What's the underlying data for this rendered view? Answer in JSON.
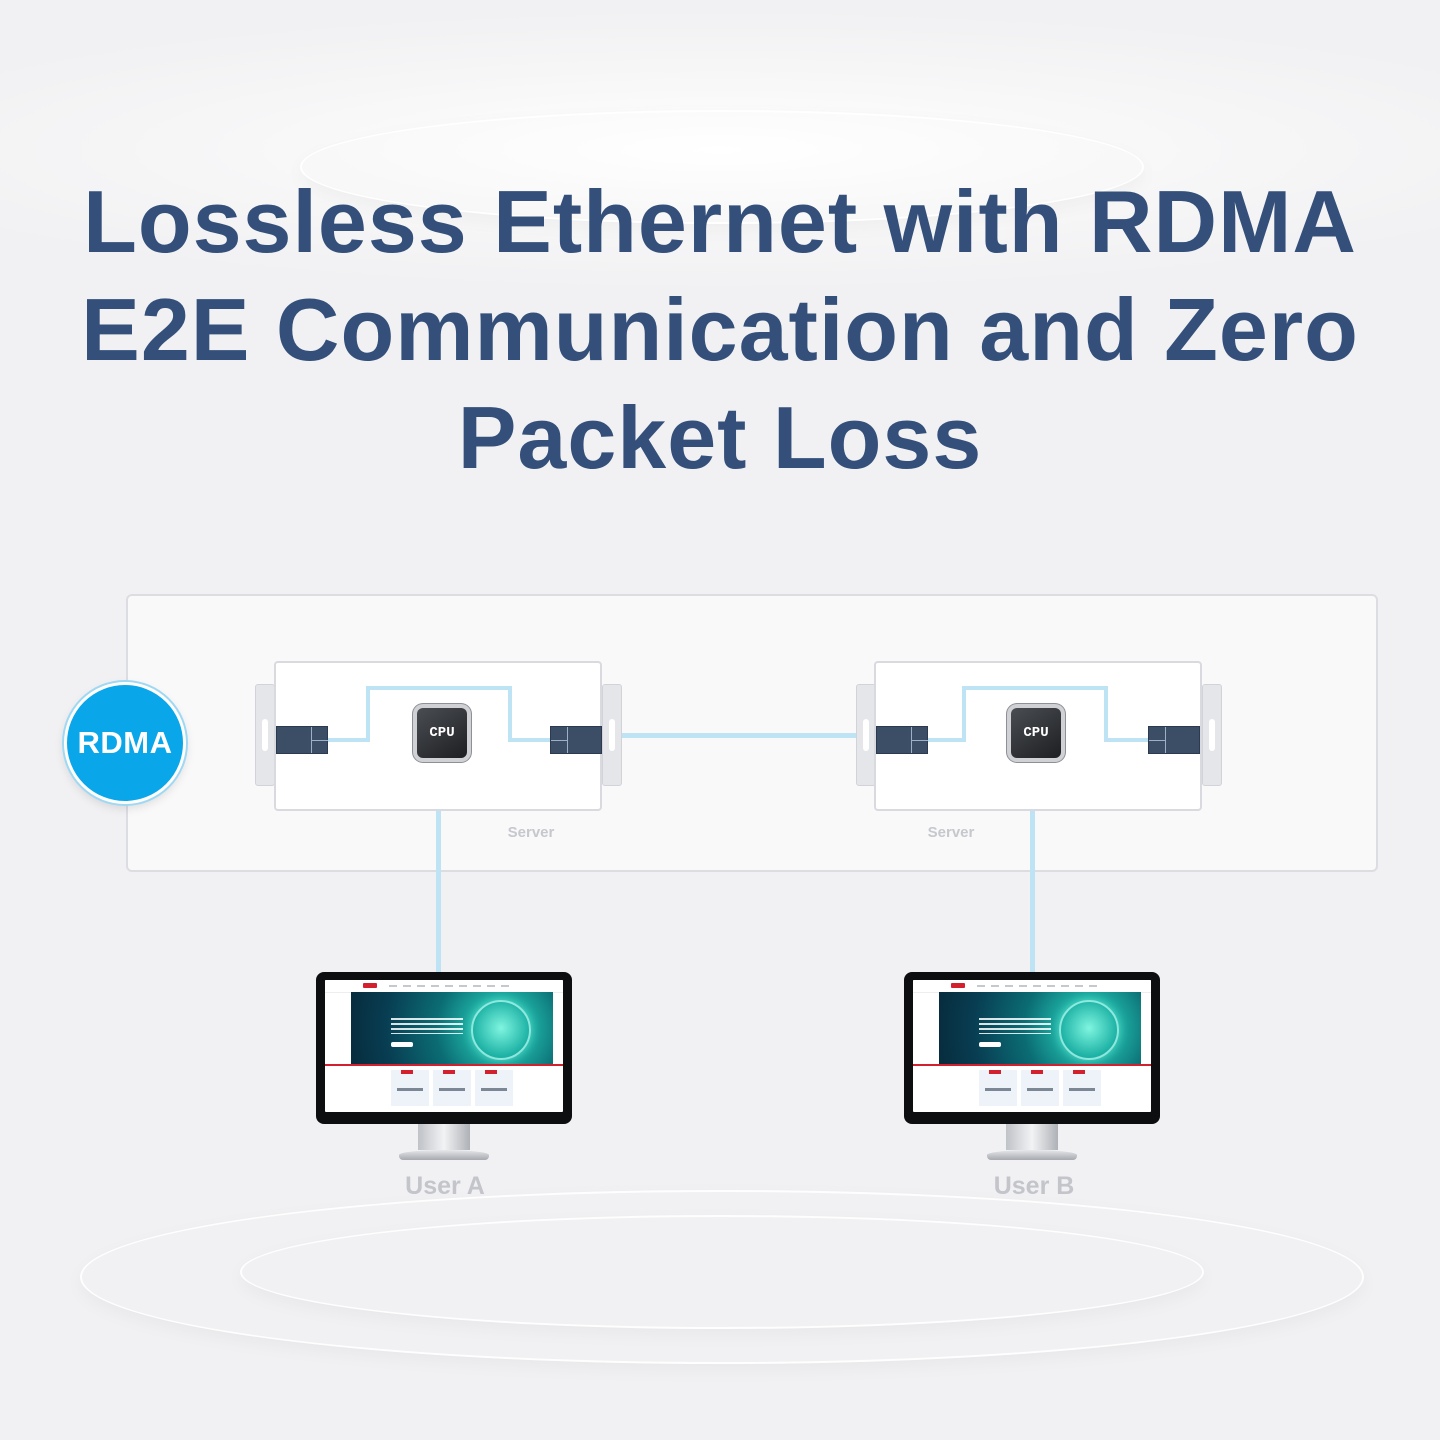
{
  "title": "Lossless Ethernet with RDMA E2E Communication and Zero Packet Loss",
  "badge": {
    "label": "RDMA",
    "color": "#0aa6ea"
  },
  "servers": [
    {
      "label": "Server",
      "chip": "CPU"
    },
    {
      "label": "Server",
      "chip": "CPU"
    }
  ],
  "users": [
    {
      "label": "User A"
    },
    {
      "label": "User B"
    }
  ],
  "colors": {
    "title": "#34507a",
    "link": "#bde3f4",
    "port": "#3c4d66"
  }
}
